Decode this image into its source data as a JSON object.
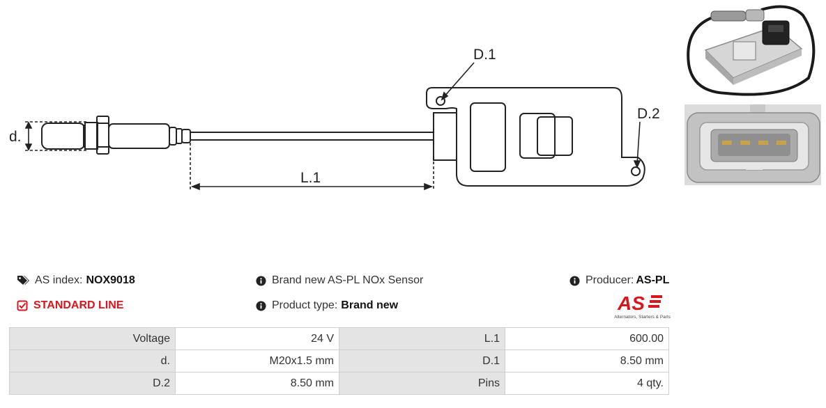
{
  "diagram": {
    "label_d": "d.",
    "label_l1": "L.1",
    "label_d1": "D.1",
    "label_d2": "D.2"
  },
  "info": {
    "as_index_label": "AS index:",
    "as_index_value": "NOX9018",
    "line": "STANDARD LINE",
    "description": "Brand new AS-PL NOx Sensor",
    "product_type_label": "Product type:",
    "product_type_value": "Brand new",
    "producer_label": "Producer:",
    "producer_value": "AS-PL"
  },
  "logo": {
    "mark": "AS",
    "tagline": "Alternators, Starters & Parts"
  },
  "specs": [
    [
      "Voltage",
      "24 V",
      "L.1",
      "600.00"
    ],
    [
      "d.",
      "M20x1.5 mm",
      "D.1",
      "8.50 mm"
    ],
    [
      "D.2",
      "8.50 mm",
      "Pins",
      "4 qty."
    ]
  ],
  "colors": {
    "accent_red": "#d9161c",
    "key_cell_bg": "#e4e4e4",
    "border": "#cfcfcf"
  }
}
